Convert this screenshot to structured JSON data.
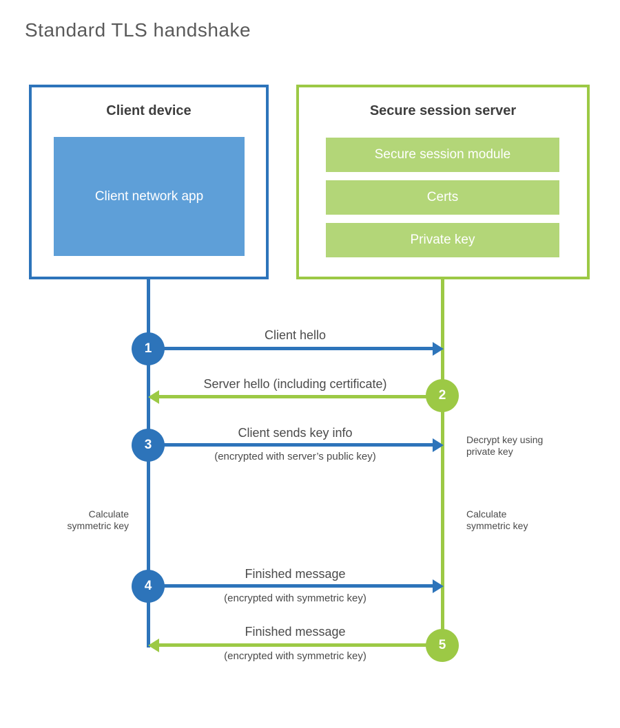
{
  "title": "Standard TLS handshake",
  "colors": {
    "blue": "#2d74ba",
    "blue-light": "#5e9fd8",
    "green": "#9cc945",
    "green-light": "#b3d678",
    "heading": "#3e3e3e",
    "label": "#4a4a4a",
    "title": "#5a5a5a"
  },
  "client_box": {
    "title": "Client device",
    "app": "Client network app"
  },
  "server_box": {
    "title": "Secure session server",
    "modules": [
      "Secure session module",
      "Certs",
      "Private key"
    ]
  },
  "steps": [
    {
      "num": "1",
      "label": "Client hello",
      "sublabel": "",
      "actor": "client",
      "direction": "right"
    },
    {
      "num": "2",
      "label": "Server hello (including certificate)",
      "sublabel": "",
      "actor": "server",
      "direction": "left"
    },
    {
      "num": "3",
      "label": "Client sends key info",
      "sublabel": "(encrypted with server’s public key)",
      "actor": "client",
      "direction": "right"
    },
    {
      "num": "4",
      "label": "Finished message",
      "sublabel": "(encrypted with symmetric key)",
      "actor": "client",
      "direction": "right"
    },
    {
      "num": "5",
      "label": "Finished message",
      "sublabel": "(encrypted with symmetric key)",
      "actor": "server",
      "direction": "left"
    }
  ],
  "notes": {
    "decrypt": "Decrypt key using private key",
    "calc_left": "Calculate symmetric key",
    "calc_right": "Calculate symmetric key"
  }
}
